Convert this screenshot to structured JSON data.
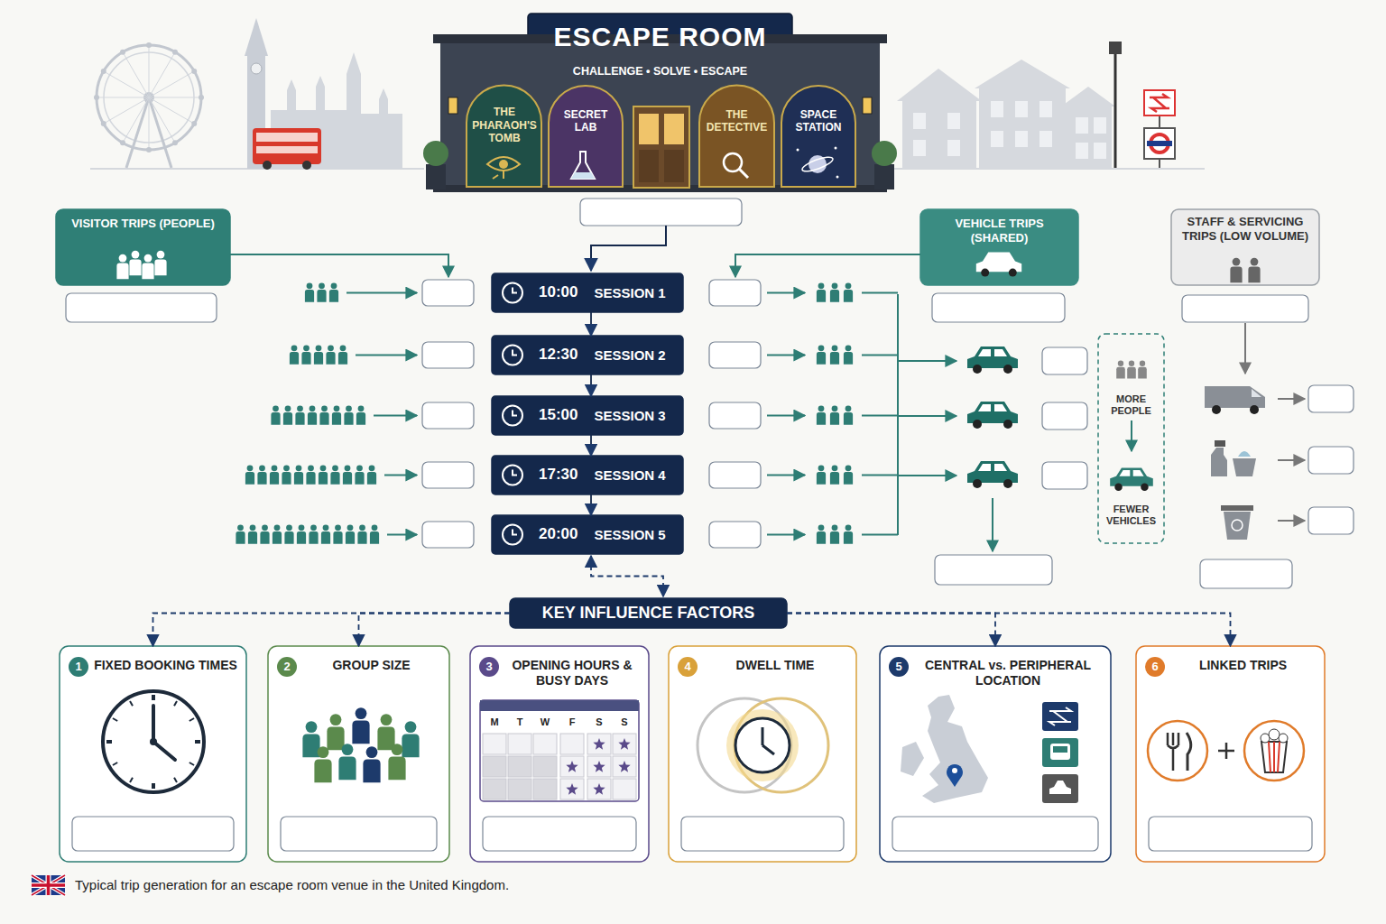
{
  "diagram": {
    "caption": "Typical trip generation for an escape room venue in the United Kingdom.",
    "nodes": [
      {
        "text": [
          "ESCAPE ROOM"
        ]
      },
      {
        "text": [
          "CHALLENGE • SOLVE • ESCAPE"
        ],
        "in": 0
      },
      {
        "text": [
          "THE PHARAOH'S TOMB"
        ]
      },
      {
        "text": [
          "SECRET LAB"
        ]
      },
      {
        "text": [
          "THE DETECTIVE"
        ]
      },
      {
        "text": [
          "SPACE STATION"
        ]
      },
      {
        "text": [
          "VISITOR TRIPS (PEOPLE)"
        ]
      },
      {
        "text": [
          "VEHICLE TRIPS (SHARED)"
        ]
      },
      {
        "text": [
          "STAFF & SERVICING TRIPS (LOW VOLUME)"
        ]
      },
      {
        "text": [
          "10:00",
          "SESSION 1"
        ]
      },
      {
        "text": [
          "12:30",
          "SESSION 2"
        ]
      },
      {
        "text": [
          "15:00",
          "SESSION 3"
        ]
      },
      {
        "text": [
          "17:30",
          "SESSION 4"
        ]
      },
      {
        "text": [
          "20:00",
          "SESSION 5"
        ]
      },
      {
        "text": [
          "MORE PEOPLE",
          "FEWER VEHICLES"
        ]
      },
      {
        "text": [
          "KEY INFLUENCE FACTORS"
        ]
      },
      {
        "text": [
          "1",
          "FIXED BOOKING TIMES"
        ]
      },
      {
        "text": [
          "2",
          "GROUP SIZE"
        ]
      },
      {
        "text": [
          "3",
          "OPENING HOURS & BUSY DAYS"
        ]
      },
      {
        "text": [
          "4",
          "DWELL TIME"
        ]
      },
      {
        "text": [
          "5",
          "CENTRAL vs. PERIPHERAL LOCATION"
        ]
      },
      {
        "text": [
          "6",
          "LINKED TRIPS"
        ]
      }
    ],
    "edges": [
      {
        "from": 9,
        "to": 10,
        "arrow": "to"
      },
      {
        "from": 10,
        "to": 11,
        "arrow": "to"
      },
      {
        "from": 11,
        "to": 12,
        "arrow": "to"
      },
      {
        "from": 12,
        "to": 13,
        "arrow": "to"
      },
      {
        "from": 13,
        "to": 15,
        "arrow": "both"
      },
      {
        "from": 15,
        "to": 16,
        "arrow": "to"
      },
      {
        "from": 15,
        "to": 17,
        "arrow": "to"
      },
      {
        "from": 15,
        "to": 20,
        "arrow": "to"
      },
      {
        "from": 15,
        "to": 21,
        "arrow": "to"
      }
    ],
    "labels": [
      "M",
      "T",
      "W",
      "F",
      "S",
      "S"
    ]
  }
}
